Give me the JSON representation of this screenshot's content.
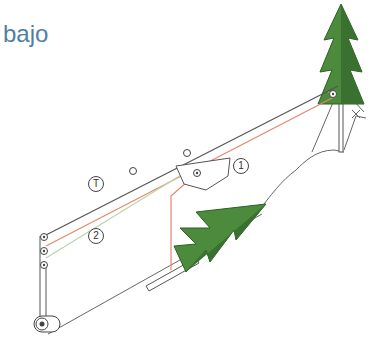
{
  "diagram": {
    "title": "bajo",
    "labels": [
      "T",
      "1",
      "2"
    ]
  }
}
